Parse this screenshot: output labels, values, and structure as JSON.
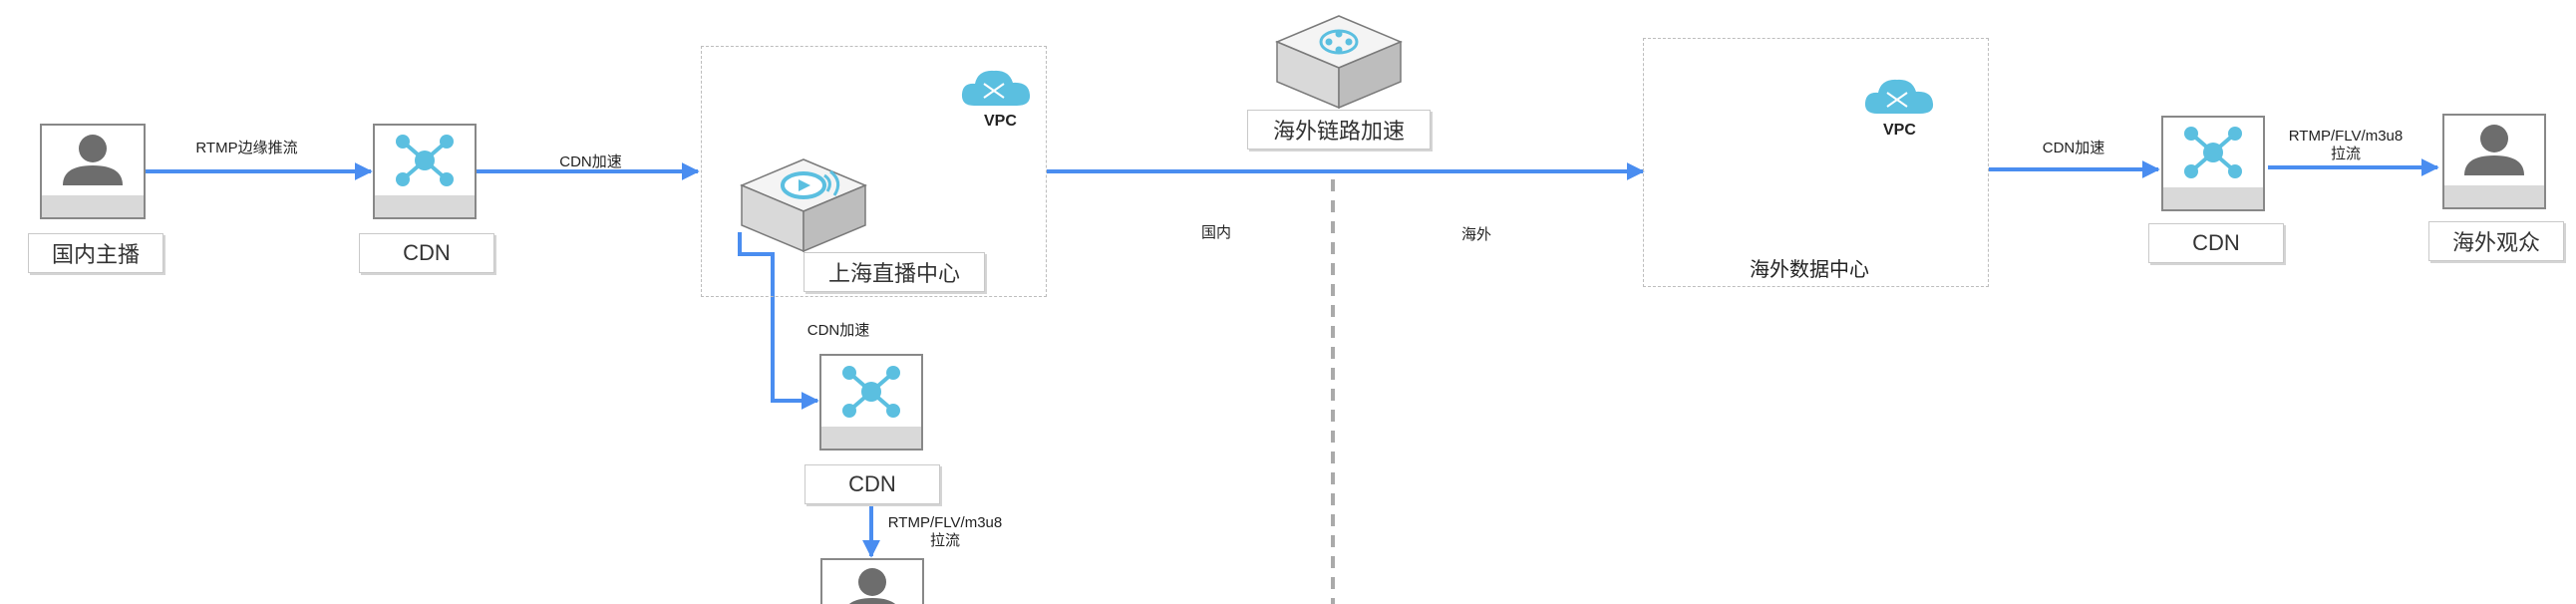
{
  "colors": {
    "arrow": "#4a8df0",
    "node_icon": "#5bbfe0",
    "person_icon": "#6d6d6d",
    "node_base": "#d9d9d9",
    "divider": "#aaaaaa",
    "dashed_border": "#bdbdbd"
  },
  "nodes": {
    "domestic_streamer": {
      "label": "国内主播",
      "icon": "person-icon"
    },
    "cdn_edge": {
      "label": "CDN",
      "icon": "cdn-icon"
    },
    "shanghai_center": {
      "label": "上海直播中心",
      "vpc": "VPC",
      "icon": "live-streaming-icon"
    },
    "cdn_shanghai": {
      "label": "CDN",
      "icon": "cdn-icon"
    },
    "global_acceleration": {
      "label": "海外链路加速",
      "icon": "global-acceleration-icon"
    },
    "overseas_dc": {
      "label": "海外数据中心",
      "vpc": "VPC"
    },
    "cdn_overseas": {
      "label": "CDN",
      "icon": "cdn-icon"
    },
    "overseas_viewer": {
      "label": "海外观众",
      "icon": "person-icon"
    },
    "domestic_viewer": {
      "icon": "person-icon"
    }
  },
  "edges": {
    "rtmp_push": "RTMP边缘推流",
    "cdn_accel_1": "CDN加速",
    "cdn_accel_down": "CDN加速",
    "pull_down_line1": "RTMP/FLV/m3u8",
    "pull_down_line2": "拉流",
    "cdn_accel_overseas": "CDN加速",
    "pull_overseas_line1": "RTMP/FLV/m3u8",
    "pull_overseas_line2": "拉流"
  },
  "regions": {
    "domestic": "国内",
    "overseas": "海外"
  }
}
